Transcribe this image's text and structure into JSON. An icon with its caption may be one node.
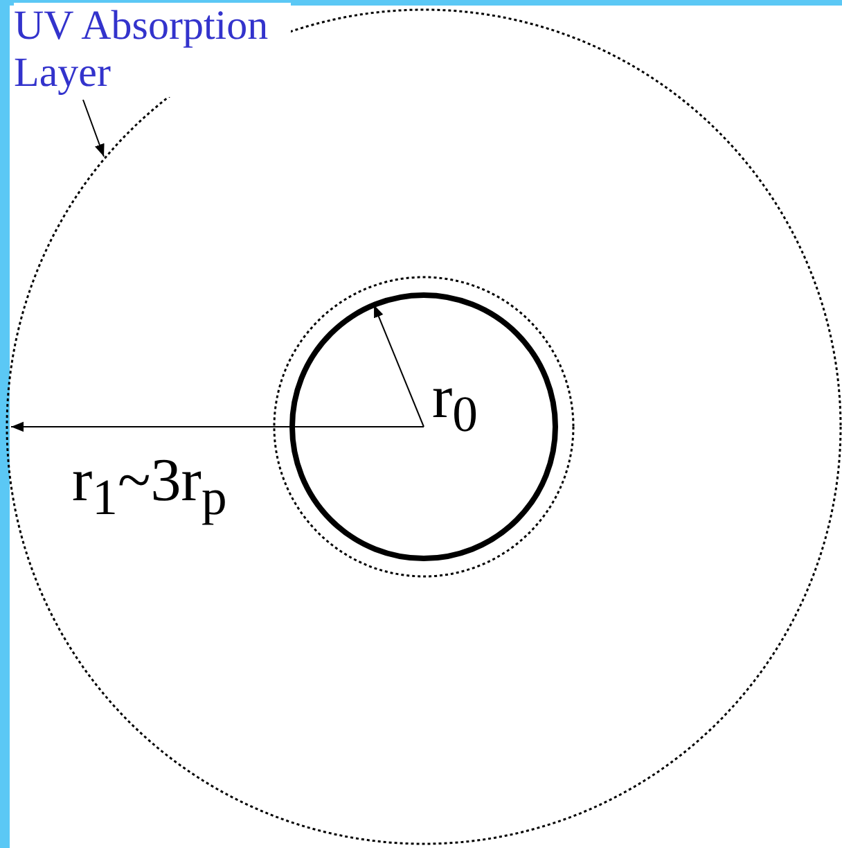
{
  "diagram": {
    "nodes": [
      {
        "text": [
          "UV Absorption Layer"
        ]
      },
      {
        "text": [],
        "shape": "circle"
      }
    ],
    "edges": [
      {
        "from": 0,
        "to": 1,
        "arrow": "to"
      }
    ],
    "labels": [
      "r$_{0}$",
      "r$_{1}$~3r$_{p}$"
    ]
  }
}
